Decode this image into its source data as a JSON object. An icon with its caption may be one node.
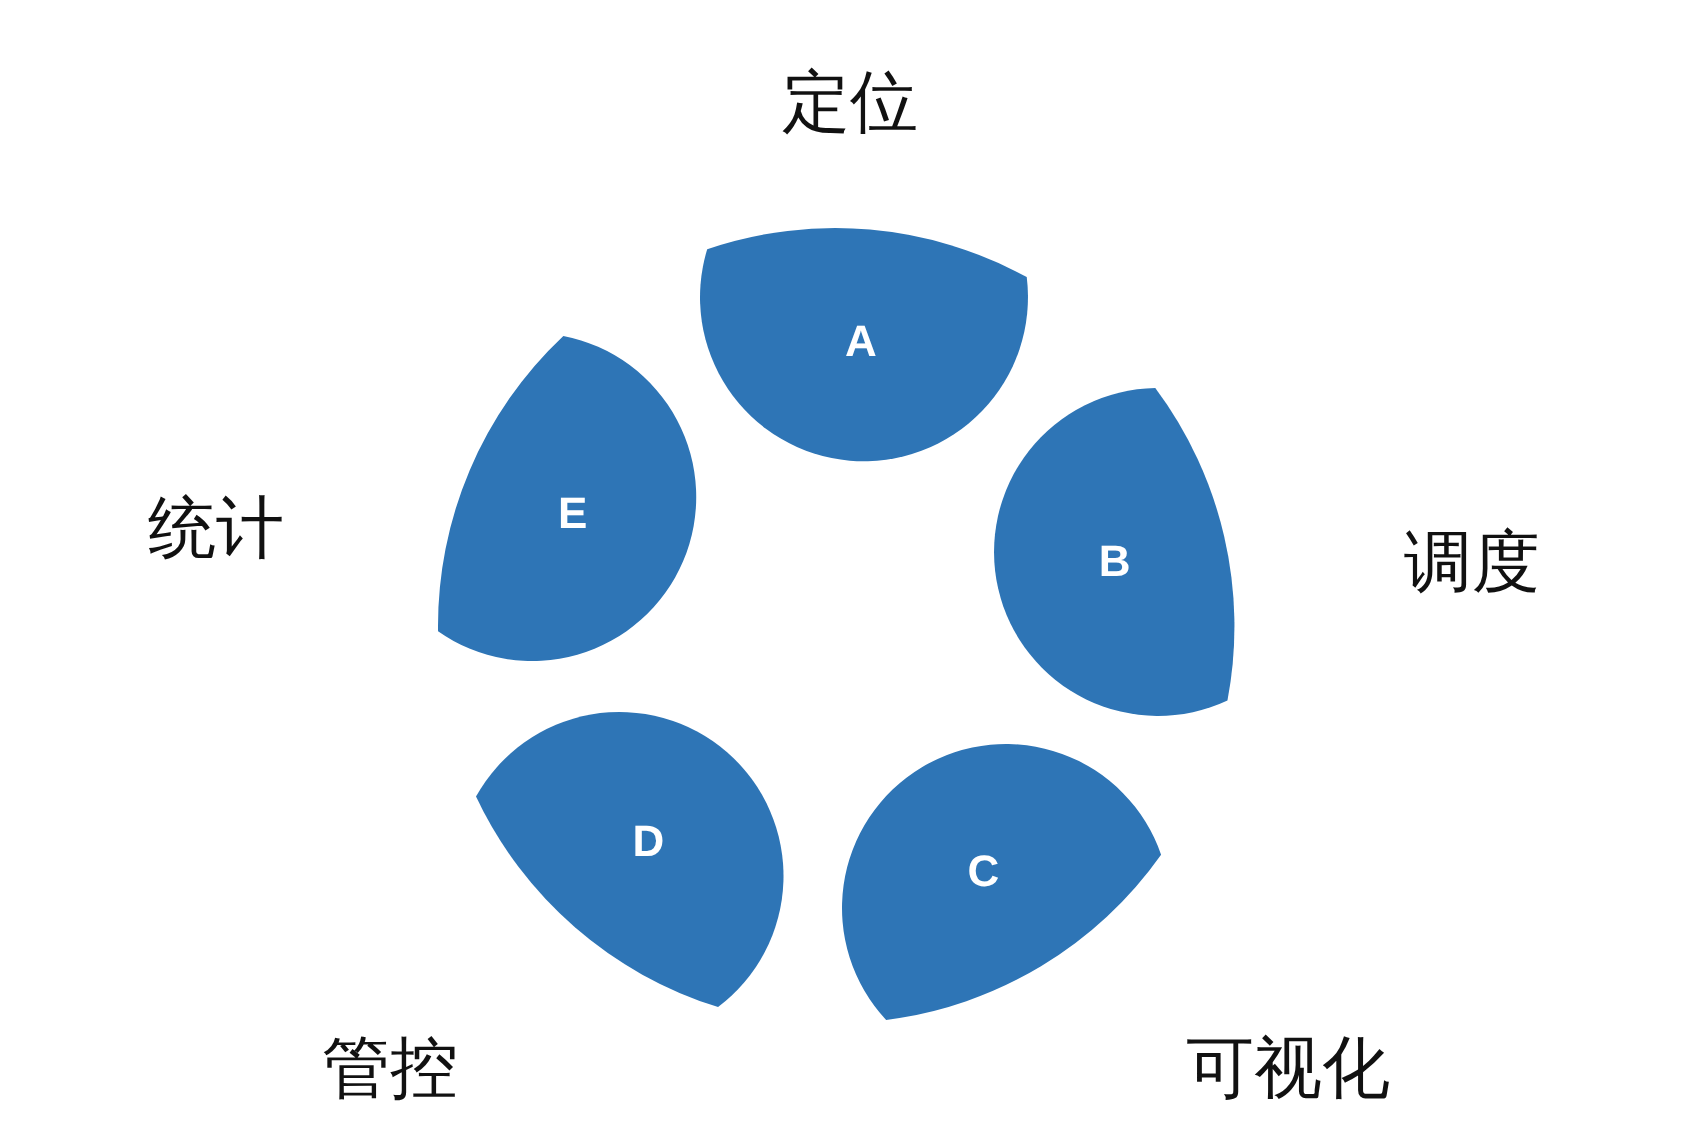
{
  "diagram": {
    "nodes": [
      {
        "text": [
          "A"
        ],
        "beside": [
          "定位"
        ]
      },
      {
        "text": [
          "B"
        ],
        "beside": [
          "调度"
        ]
      },
      {
        "text": [
          "C"
        ],
        "beside": [
          "可视化"
        ]
      },
      {
        "text": [
          "D"
        ],
        "beside": [
          "管控"
        ]
      },
      {
        "text": [
          "E"
        ],
        "beside": [
          "统计"
        ]
      }
    ]
  }
}
